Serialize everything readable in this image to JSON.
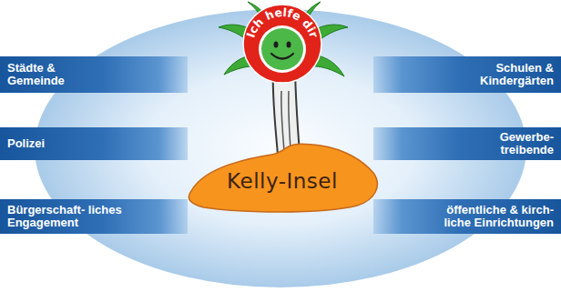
{
  "diagram": {
    "nodes": [
      {
        "text": [
          "Städte & Gemeinde"
        ]
      },
      {
        "text": [
          "Polizei"
        ]
      },
      {
        "text": [
          "Bürgerschaft- liches Engagement"
        ]
      },
      {
        "text": [
          "Ich helfe dir"
        ]
      },
      {
        "text": [
          "Kelly-Insel"
        ]
      },
      {
        "text": [
          "Schulen & Kindergärten"
        ]
      },
      {
        "text": [
          "Gewerbe- treibende"
        ]
      },
      {
        "text": [
          "öffentliche & kirch- liche Einrichtungen"
        ]
      }
    ]
  }
}
